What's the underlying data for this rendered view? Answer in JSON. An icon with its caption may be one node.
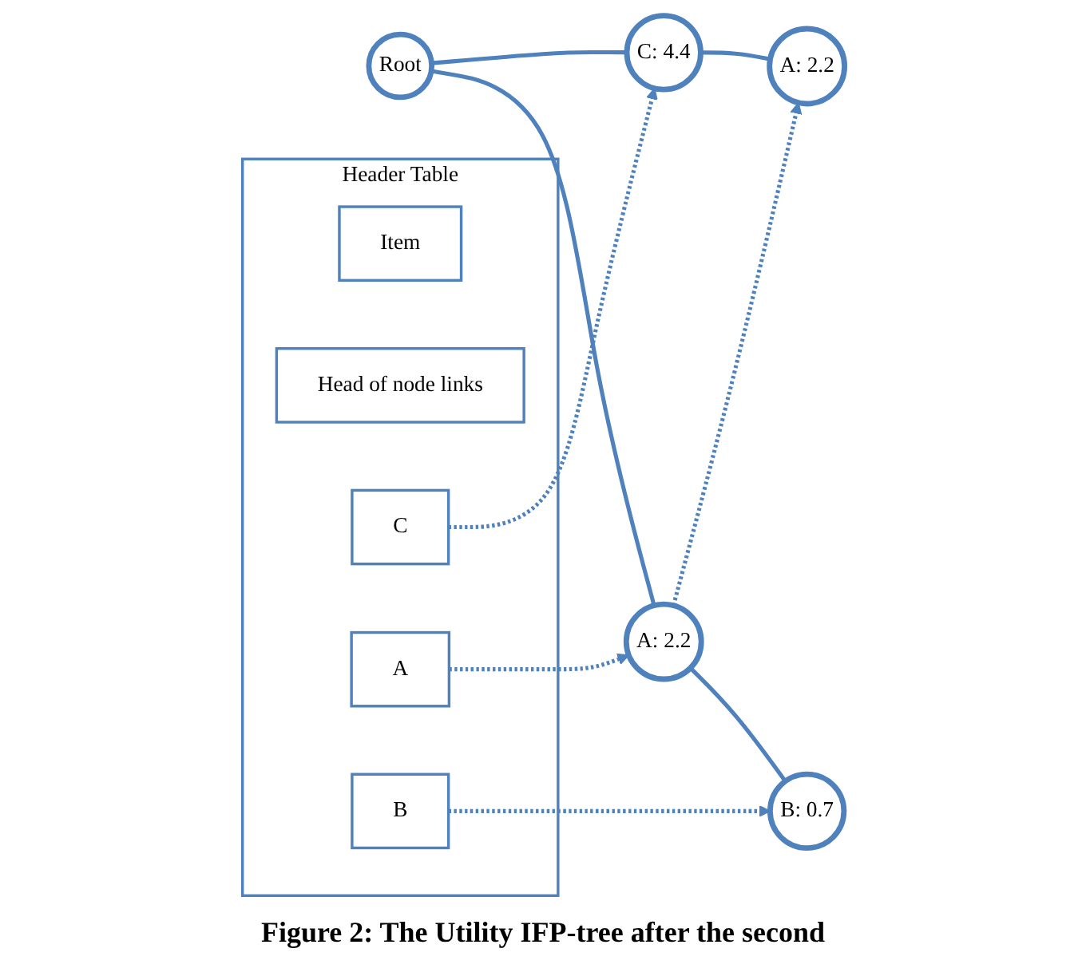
{
  "diagram": {
    "caption": "Figure 2: The Utility IFP-tree after the second",
    "nodes": [
      {
        "text": [
          "Header Table"
        ]
      },
      {
        "text": [
          "Item"
        ],
        "in": 0
      },
      {
        "text": [
          "Head of node links"
        ],
        "in": 0
      },
      {
        "text": [
          "C"
        ],
        "in": 0
      },
      {
        "text": [
          "A"
        ],
        "in": 0
      },
      {
        "text": [
          "B"
        ],
        "in": 0
      },
      {
        "text": [
          "Root"
        ]
      },
      {
        "text": [
          "A: 2.2"
        ]
      },
      {
        "text": [
          "C: 4.4"
        ]
      },
      {
        "text": [
          "B: 0.7"
        ]
      },
      {
        "text": [
          "A: 2.2"
        ]
      }
    ],
    "edges": [
      {
        "from": 6,
        "to": 7,
        "arrow": "none"
      },
      {
        "from": 6,
        "to": 8,
        "arrow": "none"
      },
      {
        "from": 7,
        "to": 9,
        "arrow": "none"
      },
      {
        "from": 8,
        "to": 10,
        "arrow": "none"
      },
      {
        "from": 3,
        "to": 8,
        "arrow": "to",
        "style": "dashed"
      },
      {
        "from": 4,
        "to": 7,
        "arrow": "to",
        "style": "dashed"
      },
      {
        "from": 5,
        "to": 9,
        "arrow": "to",
        "style": "dashed"
      },
      {
        "from": 7,
        "to": 10,
        "arrow": "to",
        "style": "dashed"
      }
    ]
  }
}
